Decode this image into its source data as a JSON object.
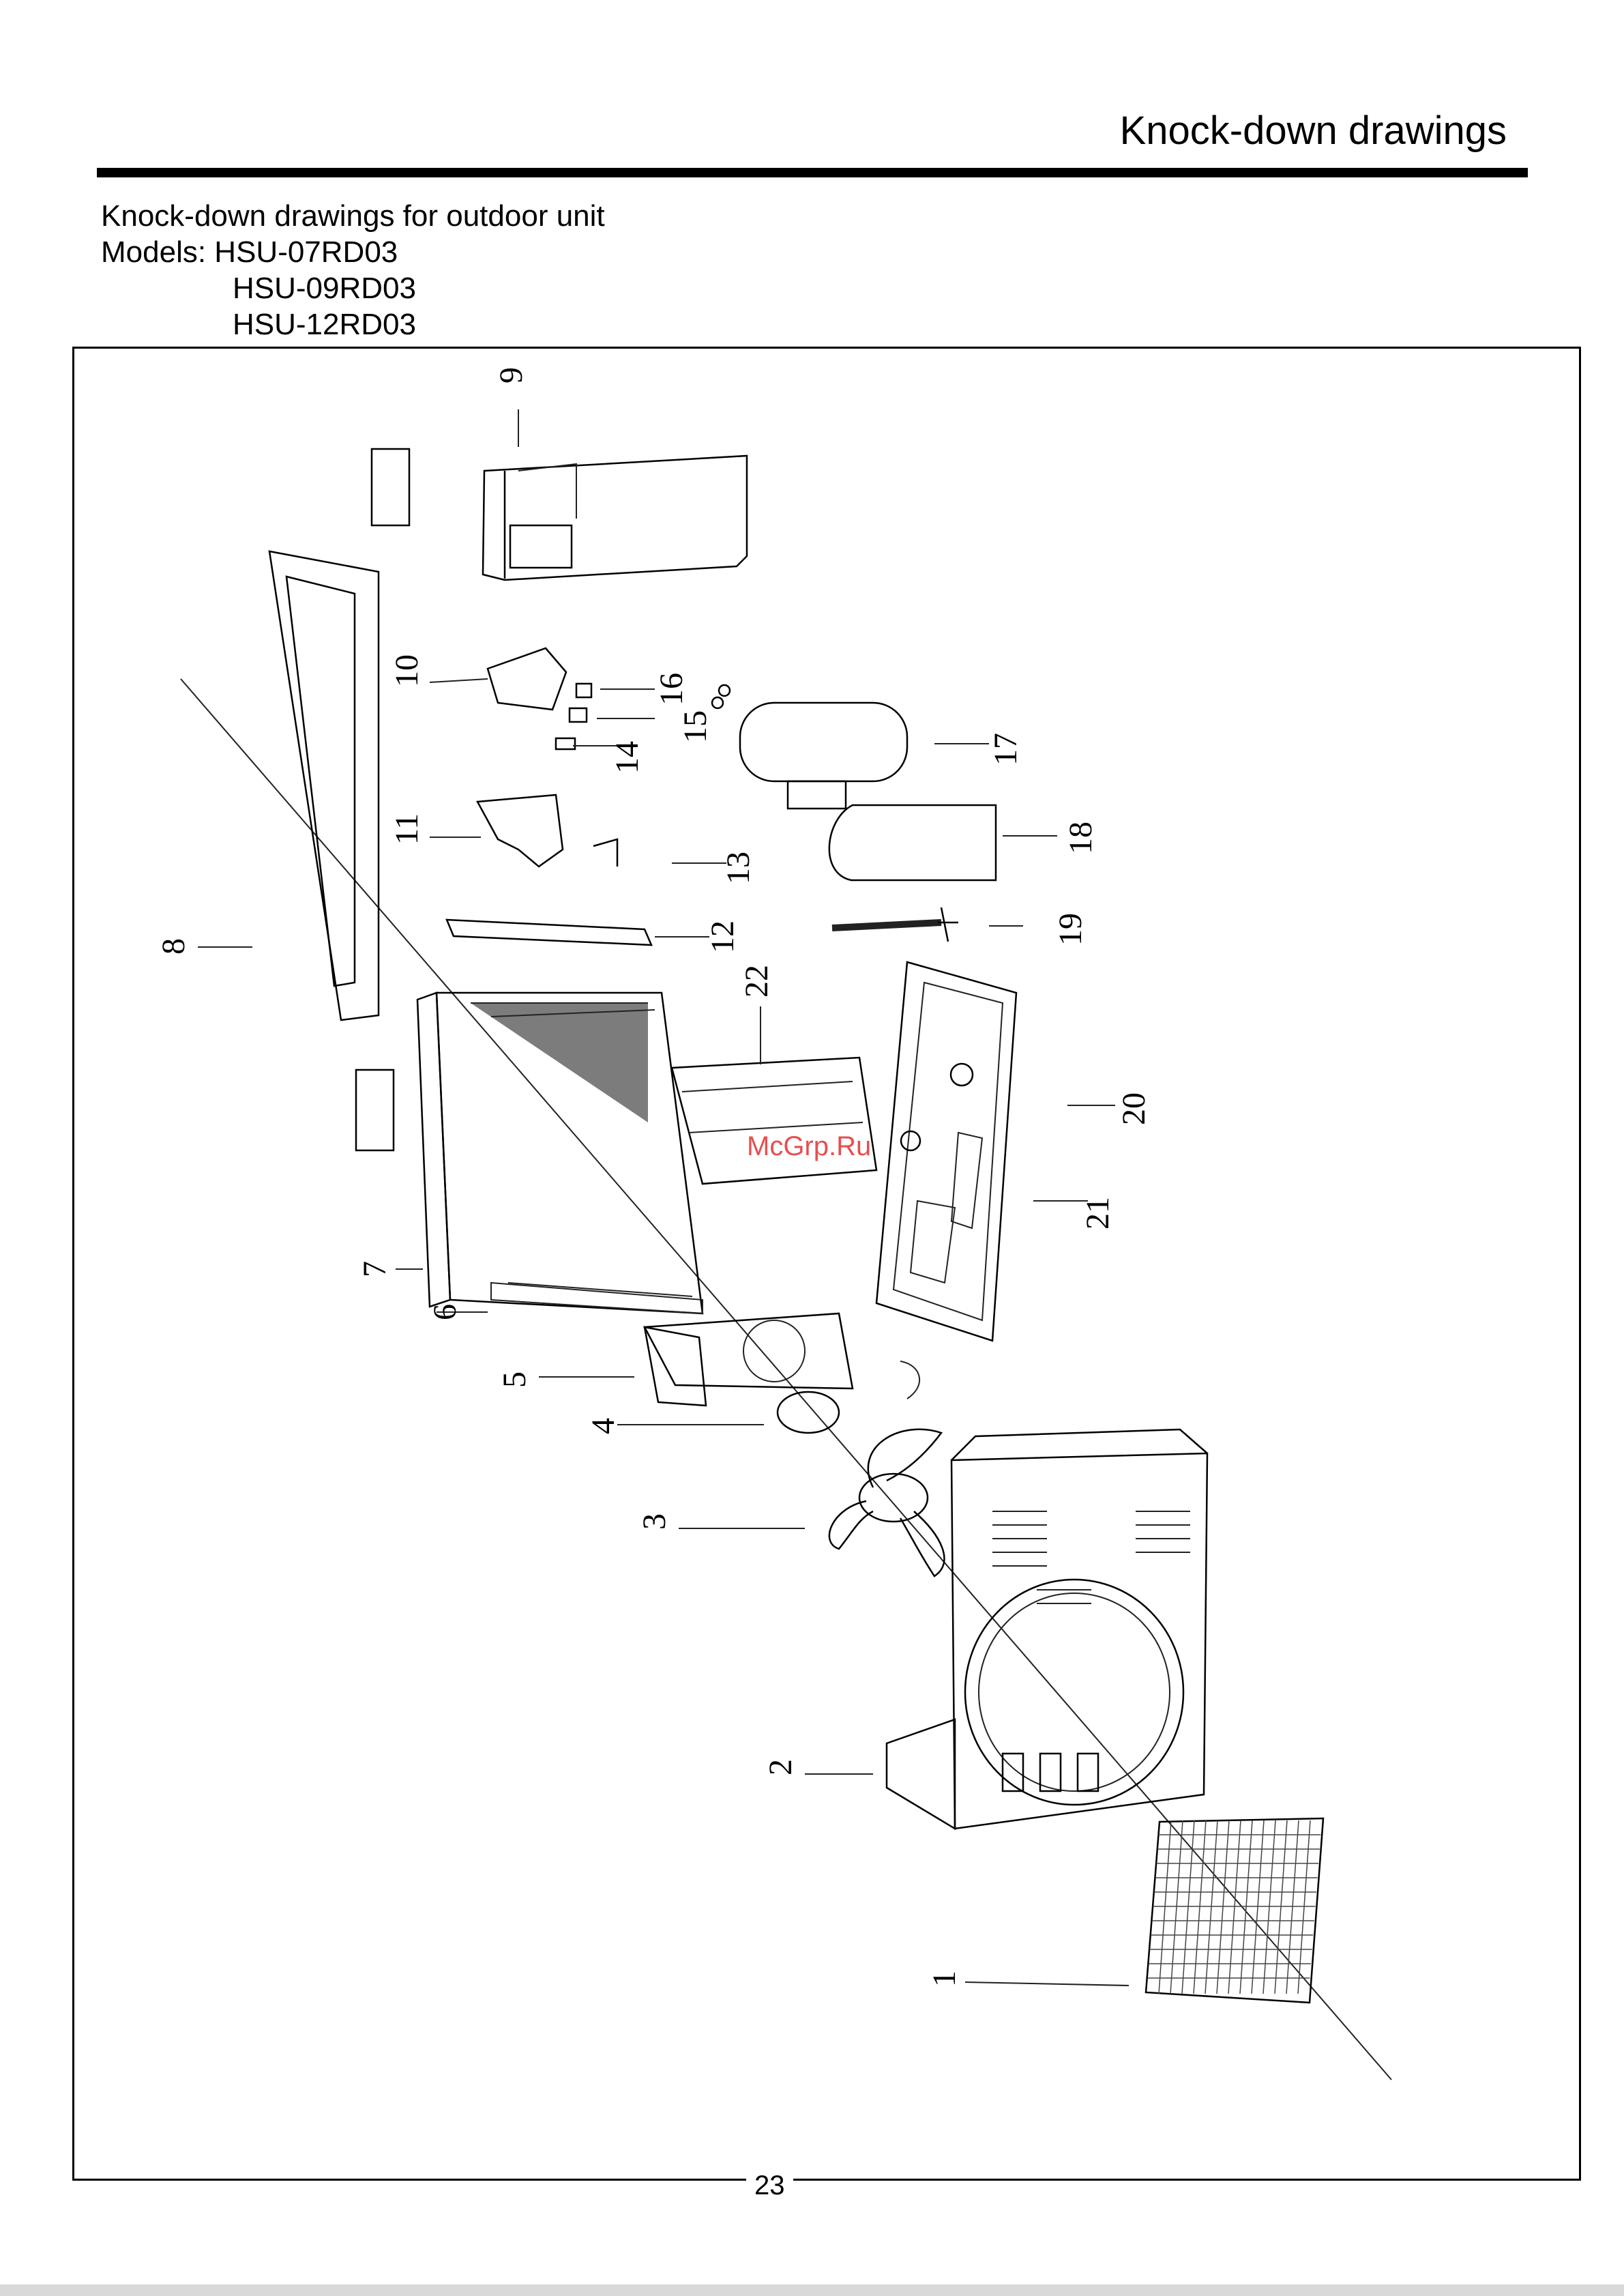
{
  "header": {
    "title": "Knock-down drawings"
  },
  "intro": {
    "line1": "Knock-down drawings for outdoor unit",
    "models_label": "Models: HSU-07RD03",
    "model2": "HSU-09RD03",
    "model3": "HSU-12RD03"
  },
  "callouts": [
    "1",
    "2",
    "3",
    "4",
    "5",
    "6",
    "7",
    "8",
    "9",
    "10",
    "11",
    "12",
    "13",
    "14",
    "15",
    "16",
    "17",
    "18",
    "19",
    "20",
    "21",
    "22"
  ],
  "watermark": "McGrp.Ru",
  "page_number": "23"
}
